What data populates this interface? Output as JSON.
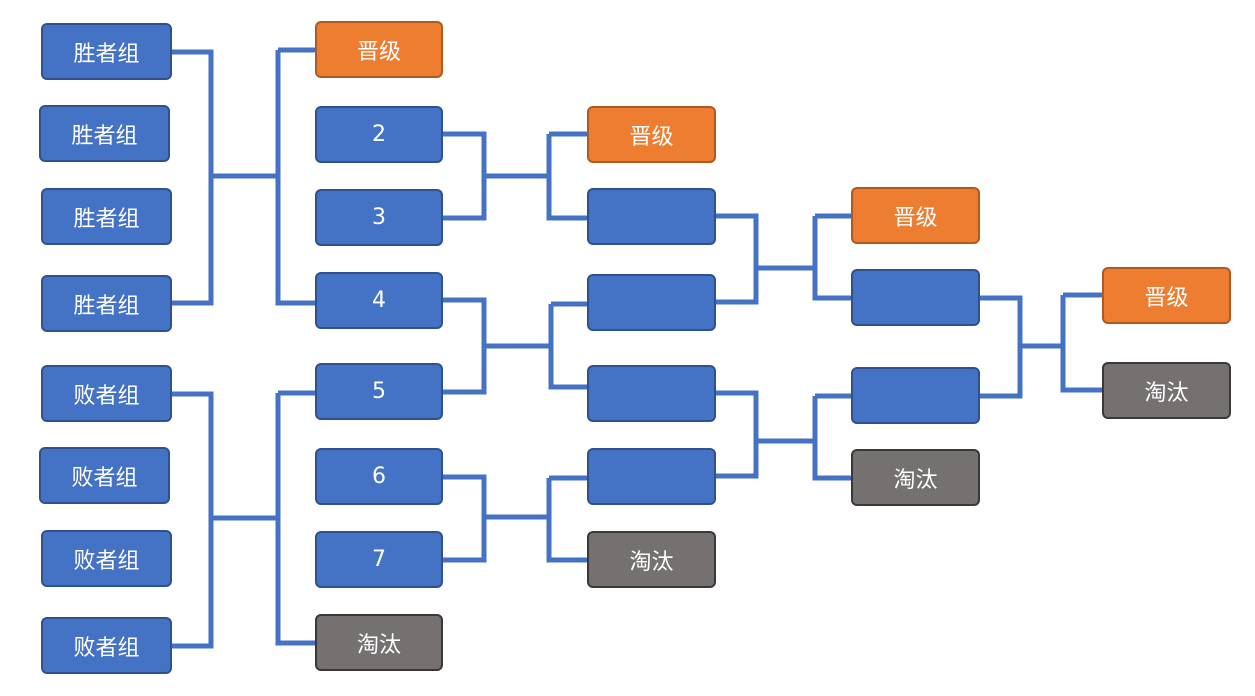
{
  "colors": {
    "match_fill": "#4472c4",
    "match_border": "#2f528f",
    "advance_fill": "#ed7d31",
    "eliminated_fill": "#767171",
    "connector": "#4472c4"
  },
  "round0": {
    "winners": [
      "胜者组",
      "胜者组",
      "胜者组",
      "胜者组"
    ],
    "losers": [
      "败者组",
      "败者组",
      "败者组",
      "败者组"
    ]
  },
  "round1": {
    "advance": "晋级",
    "matches": [
      "2",
      "3",
      "4",
      "5",
      "6",
      "7"
    ],
    "eliminated": "淘汰"
  },
  "round2": {
    "advance": "晋级",
    "eliminated": "淘汰"
  },
  "round3": {
    "advance": "晋级",
    "eliminated": "淘汰"
  },
  "round4": {
    "advance": "晋级",
    "eliminated": "淘汰"
  }
}
